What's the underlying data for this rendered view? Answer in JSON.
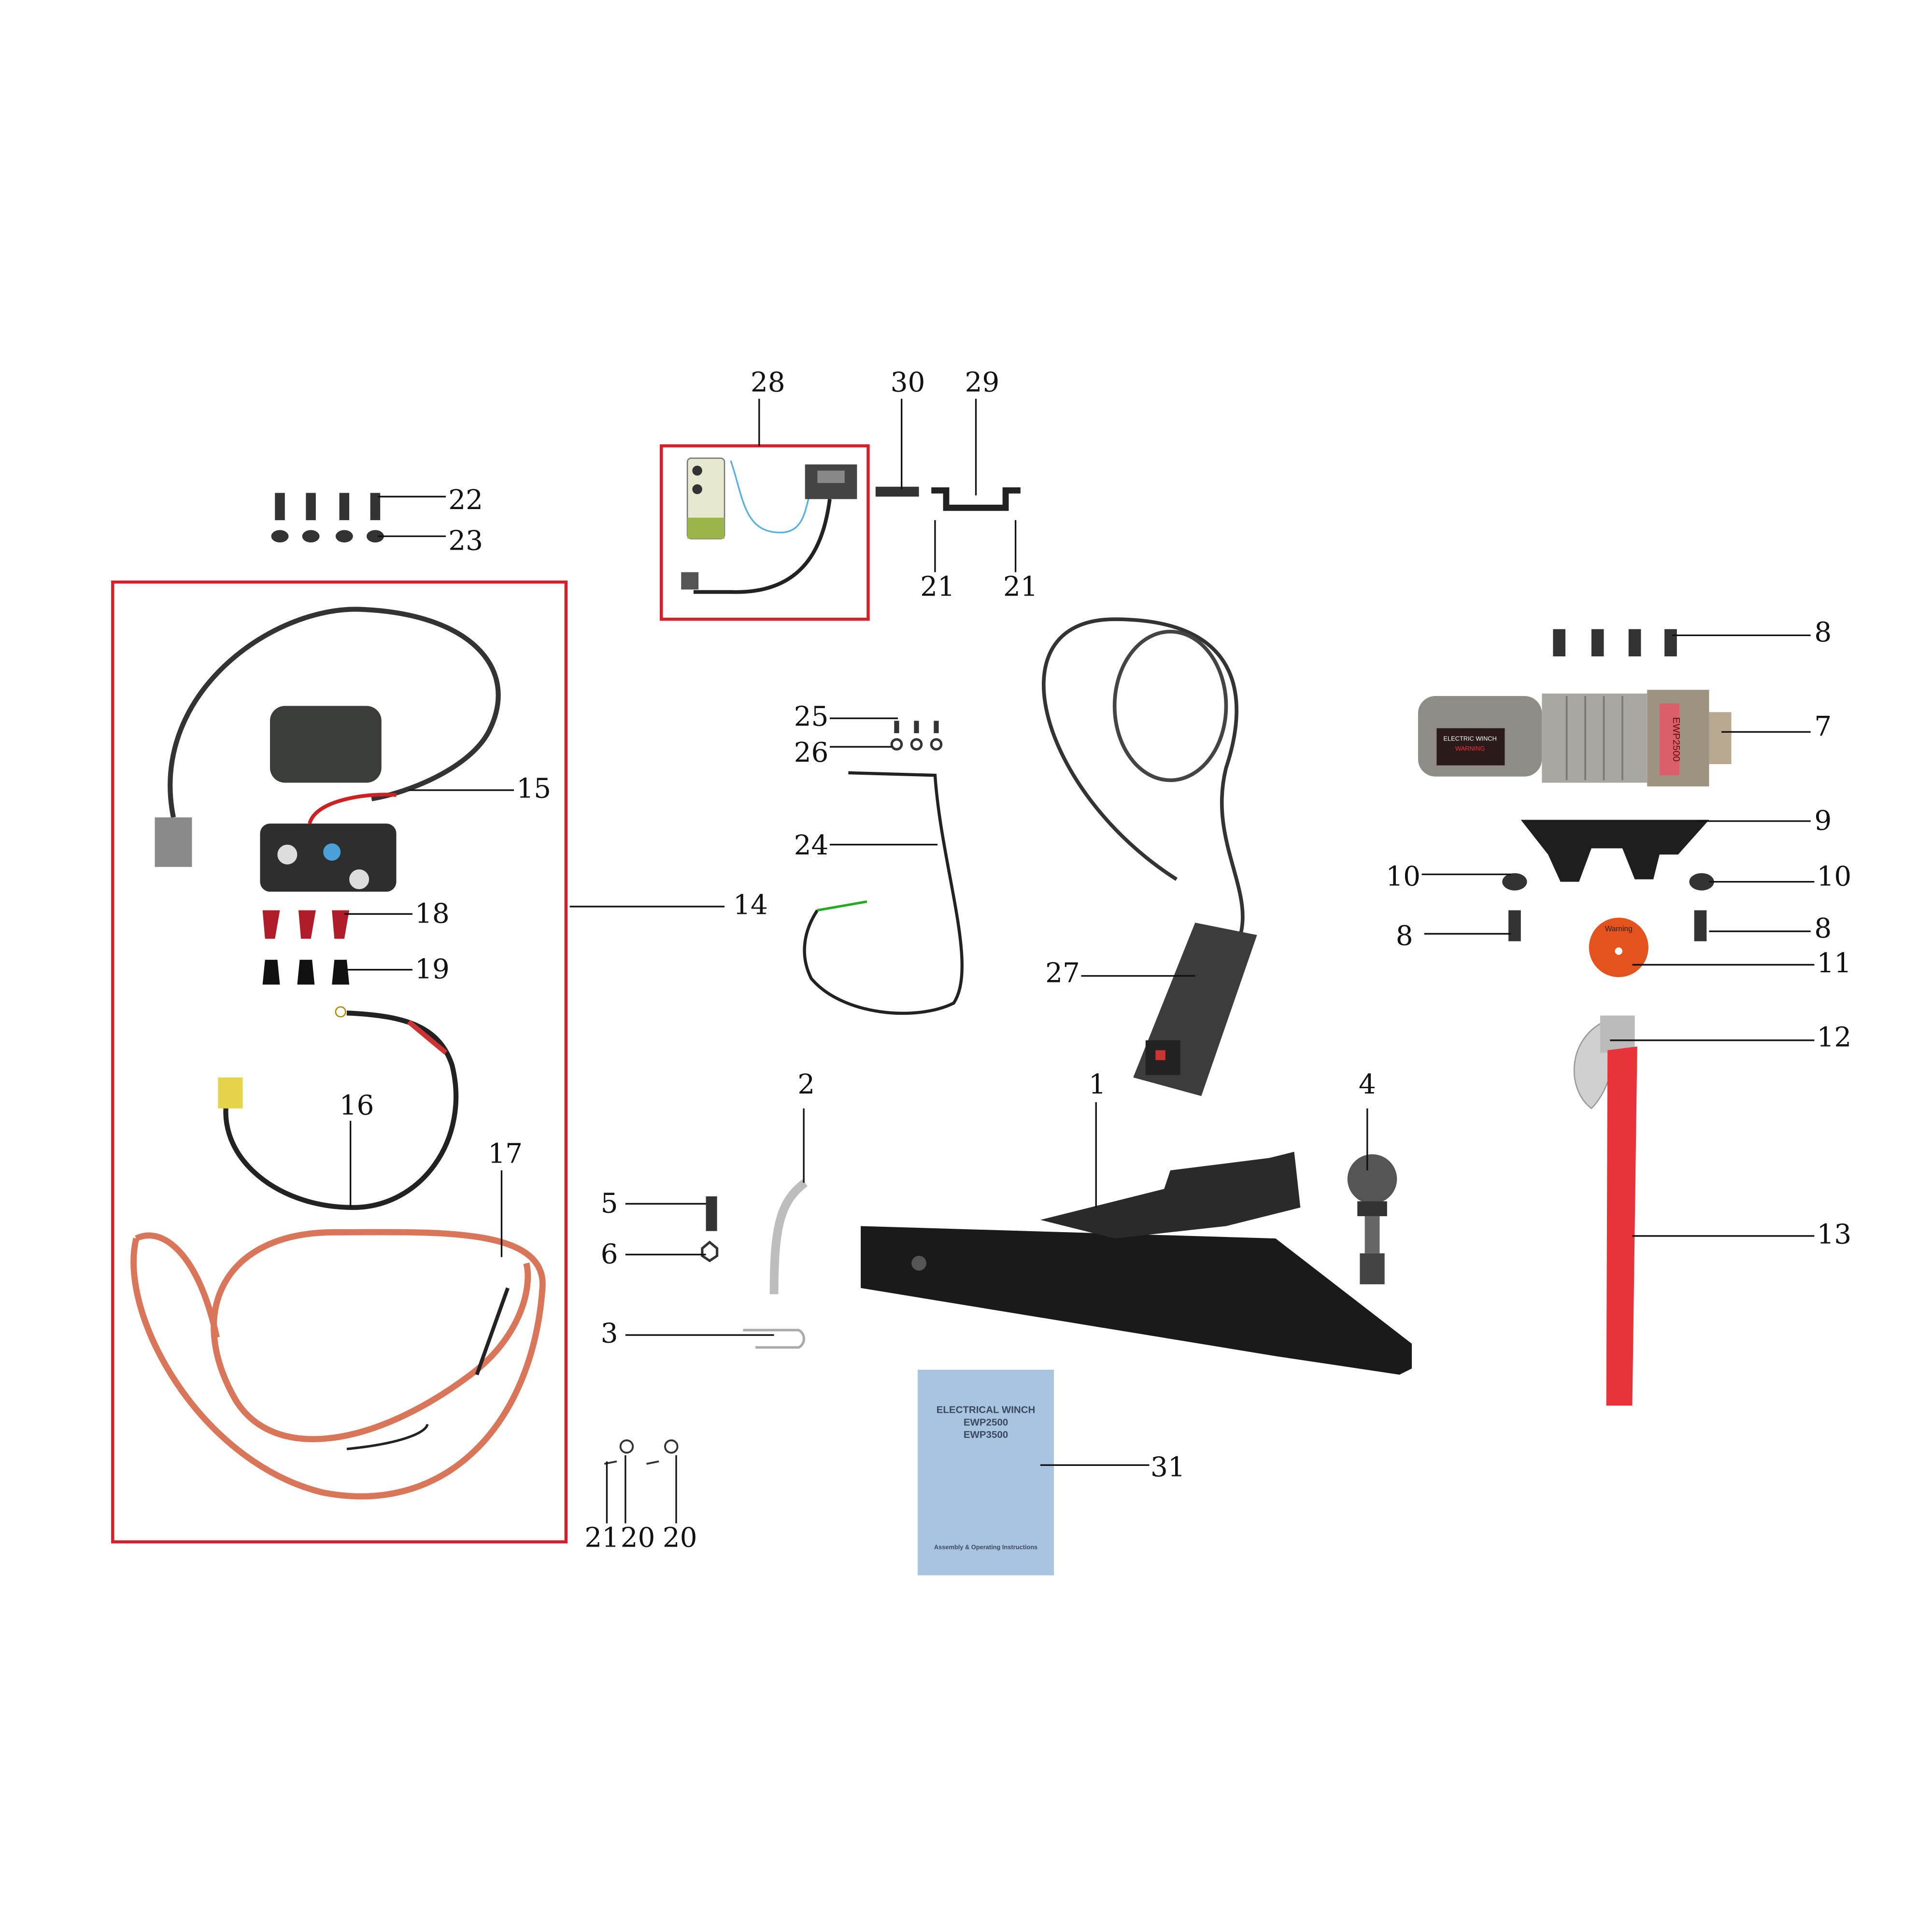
{
  "callouts": [
    "28",
    "30",
    "29",
    "21",
    "21",
    "22",
    "23",
    "15",
    "14",
    "18",
    "19",
    "16",
    "17",
    "25",
    "26",
    "24",
    "27",
    "8",
    "7",
    "9",
    "10",
    "10",
    "8",
    "8",
    "11",
    "12",
    "13",
    "2",
    "1",
    "4",
    "5",
    "6",
    "3",
    "31",
    "21",
    "20",
    "20"
  ],
  "manual": {
    "title": "ELECTRICAL WINCH",
    "model_1": "EWP2500",
    "model_2": "EWP3500",
    "footer": "Assembly & Operating Instructions"
  },
  "winch": {
    "label": "ELECTRIC WINCH",
    "warning": "WARNING",
    "model": "EWP2500"
  },
  "warning_disc": "Warning",
  "colors": {
    "group_box": "#d4202a",
    "cable_red": "#d9765a",
    "strap": "#e8333a",
    "manual": "#a9c4e0"
  }
}
